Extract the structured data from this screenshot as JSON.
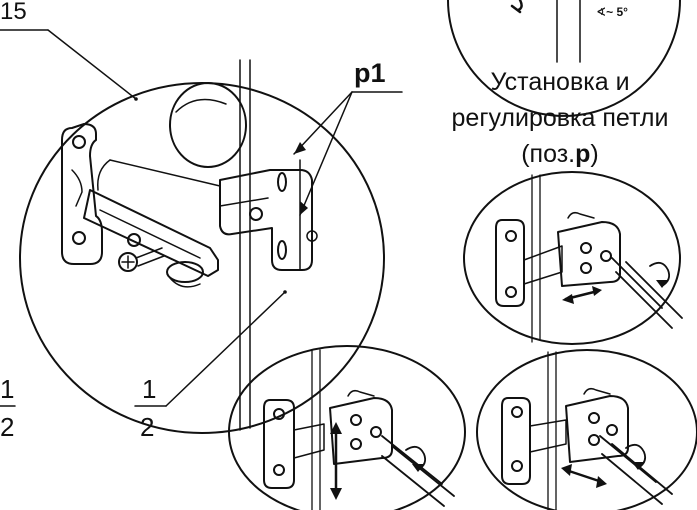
{
  "callouts": {
    "part_15": "15",
    "pos_p1": "p1",
    "frac_top": "1",
    "frac_bottom": "2",
    "left_frac_top": "1",
    "left_frac_bottom": "2"
  },
  "caption": {
    "line1": "Установка и",
    "line2": "регулировка петли",
    "line3_prefix": "(поз.",
    "line3_bold": "р",
    "line3_suffix": ")"
  },
  "angle_badge": "∢~ 5°",
  "colors": {
    "line": "#111111",
    "background": "#ffffff"
  }
}
